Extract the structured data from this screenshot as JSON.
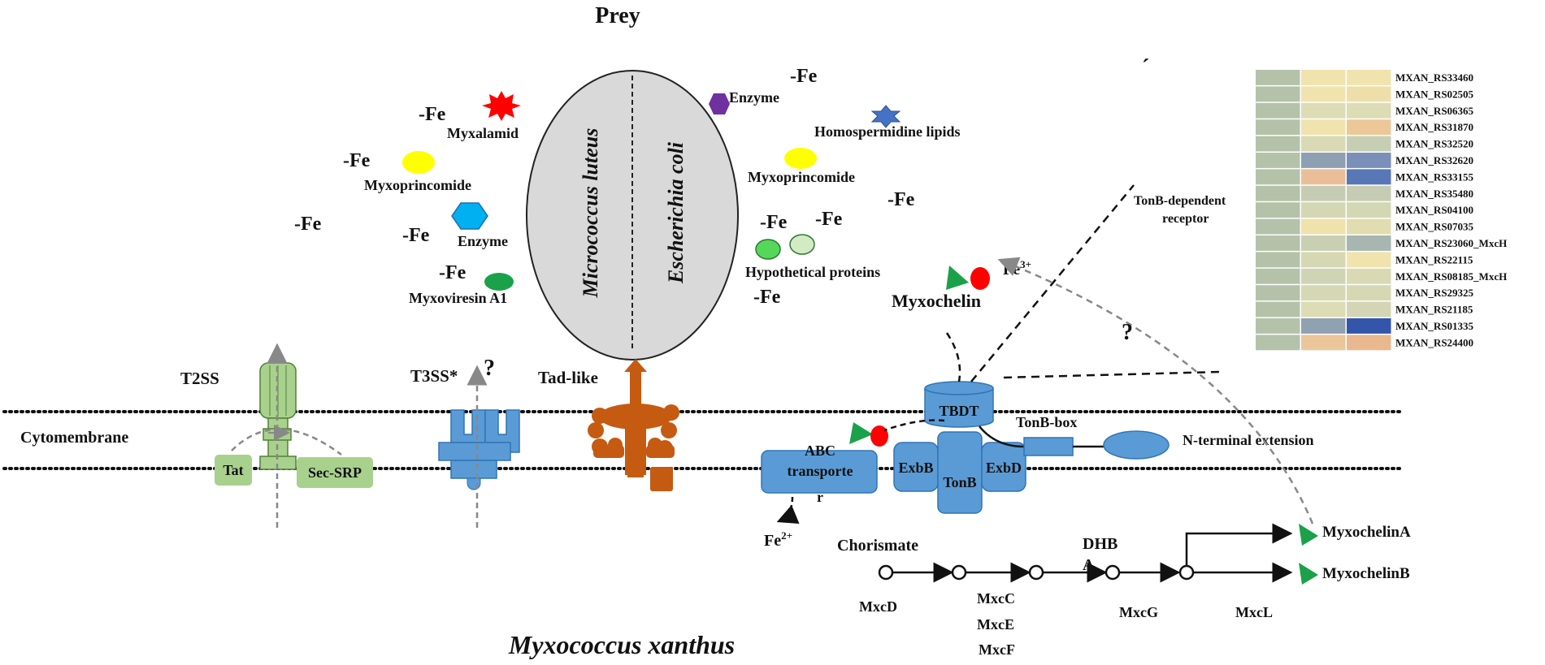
{
  "titles": {
    "prey": "Prey",
    "organism": "Myxococcus xanthus"
  },
  "prey_cells": {
    "left": "Micrococcus luteus",
    "right": "Escherichia coli"
  },
  "fe_labels": [
    "-Fe",
    "-Fe",
    "-Fe",
    "-Fe",
    "-Fe",
    "-Fe",
    "-Fe",
    "-Fe",
    "-Fe",
    "-Fe"
  ],
  "metabolites": {
    "myxalamid": "Myxalamid",
    "myxoprincomide_left": "Myxoprincomide",
    "enzyme_left": "Enzyme",
    "myxoviresin": "Myxoviresin A1",
    "enzyme_right": "Enzyme",
    "homospermidine": "Homospermidine lipids",
    "myxoprincomide_right": "Myxoprincomide",
    "hypothetical": "Hypothetical proteins"
  },
  "secretion": {
    "t2ss": "T2SS",
    "tat": "Tat",
    "sec_srp": "Sec-SRP",
    "t3ss": "T3SS*",
    "tad": "Tad-like",
    "question": "?"
  },
  "membrane": {
    "label": "Cytomembrane"
  },
  "iron_uptake": {
    "myxochelin": "Myxochelin",
    "fe3": "Fe",
    "fe3_sup": "3+",
    "fe2": "Fe",
    "fe2_sup": "2+",
    "tbdt": "TBDT",
    "tonb_box": "TonB-box",
    "n_terminal": "N-terminal extension",
    "abc_line1": "ABC",
    "abc_line2": "transporte",
    "abc_line3": "r",
    "exbb": "ExbB",
    "tonb": "TonB",
    "exbd": "ExbD",
    "tonb_receptor_line1": "TonB-dependent",
    "tonb_receptor_line2": "receptor",
    "question": "?",
    "tick": "ˊ"
  },
  "pathway": {
    "chorismate": "Chorismate",
    "dhba_line1": "DHB",
    "dhba_line2": "A",
    "mxcd": "MxcD",
    "mxcc": "MxcC",
    "mxce": "MxcE",
    "mxcf": "MxcF",
    "mxcg": "MxcG",
    "mxcl": "MxcL",
    "product_a": "MyxochelinA",
    "product_b": "MyxochelinB"
  },
  "heatmap": {
    "genes": [
      "MXAN_RS33460",
      "MXAN_RS02505",
      "MXAN_RS06365",
      "MXAN_RS31870",
      "MXAN_RS32520",
      "MXAN_RS32620",
      "MXAN_RS33155",
      "MXAN_RS35480",
      "MXAN_RS04100",
      "MXAN_RS07035",
      "MXAN_RS23060_MxcH",
      "MXAN_RS22115",
      "MXAN_RS08185_MxcH",
      "MXAN_RS29325",
      "MXAN_RS21185",
      "MXAN_RS01335",
      "MXAN_RS24400"
    ],
    "colors": [
      [
        "#b5c2aa",
        "#f1e3ad",
        "#f1e3ad"
      ],
      [
        "#b5c2aa",
        "#f1e3ad",
        "#eedfaa"
      ],
      [
        "#b5c2aa",
        "#dcdcb5",
        "#dcdcb5"
      ],
      [
        "#b5c2aa",
        "#f1e3ad",
        "#ecc898"
      ],
      [
        "#b5c2aa",
        "#d9dab5",
        "#c6cfb3"
      ],
      [
        "#b5c2aa",
        "#8e9fb2",
        "#7b90b8"
      ],
      [
        "#b5c2aa",
        "#e9be98",
        "#5877b6"
      ],
      [
        "#b5c2aa",
        "#c6ccb4",
        "#c6ccb4"
      ],
      [
        "#b5c2aa",
        "#d4d7b4",
        "#d4d7b4"
      ],
      [
        "#b5c2aa",
        "#f0e2ab",
        "#e2ddb0"
      ],
      [
        "#b5c2aa",
        "#c9cfb3",
        "#a8b6b2"
      ],
      [
        "#b5c2aa",
        "#d6d8b4",
        "#f1e3ad"
      ],
      [
        "#b5c2aa",
        "#cfd4b4",
        "#d9dab4"
      ],
      [
        "#b5c2aa",
        "#d6d8b4",
        "#d6d8b4"
      ],
      [
        "#b5c2aa",
        "#dcdcb5",
        "#d3d5b5"
      ],
      [
        "#b5c2aa",
        "#90a1b1",
        "#3355aa"
      ],
      [
        "#b5c2aa",
        "#ebc69b",
        "#e9b88f"
      ]
    ]
  },
  "colors": {
    "t2ss_green": "#a9d18e",
    "t3ss_blue": "#5b9bd5",
    "tad_orange": "#c55a11",
    "transporter_blue": "#5b9bd5",
    "fe_red": "#ff0000",
    "myxochelin_green": "#1aa14a",
    "cell_grey": "#d9d9d9"
  }
}
